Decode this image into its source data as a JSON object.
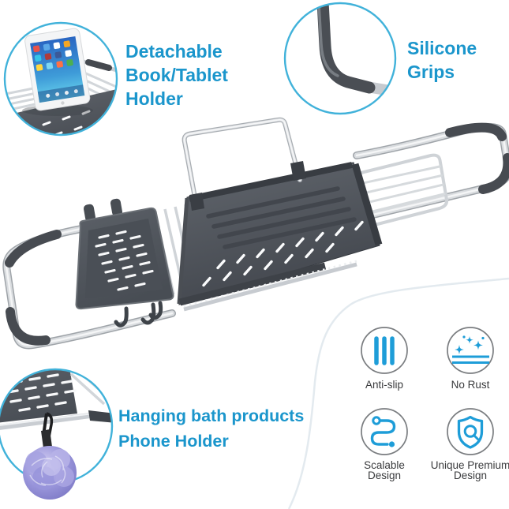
{
  "page": {
    "background": "#FFFFFF",
    "type": "product-infographic",
    "product": "extendable bathtub caddy tray"
  },
  "callouts": {
    "tablet_holder": {
      "line1": "Detachable",
      "line2": "Book/Tablet",
      "line3": "Holder"
    },
    "silicone_grips": {
      "line1": "Silicone",
      "line2": "Grips"
    },
    "hanging": {
      "line1": "Hanging bath products",
      "line2": "Phone Holder"
    }
  },
  "features": [
    {
      "icon": "anti-slip-lines-icon",
      "line1": "Anti-slip",
      "line2": ""
    },
    {
      "icon": "no-rust-sparkle-icon",
      "line1": "No Rust",
      "line2": ""
    },
    {
      "icon": "scalable-route-icon",
      "line1": "Scalable",
      "line2": "Design"
    },
    {
      "icon": "premium-shield-q-icon",
      "line1": "Unique Premium",
      "line2": "Design"
    }
  ],
  "colors": {
    "accent_text": "#1B96CC",
    "inset_circle_border": "#41B2DA",
    "icon_blue": "#1E9DD8",
    "feature_label": "#3A3B3D",
    "feature_circle_border": "#7A7D80",
    "tray_dark": "#4A4F56",
    "aluminum": "#D9DCDF",
    "loofah_purple": "#9591D8"
  }
}
